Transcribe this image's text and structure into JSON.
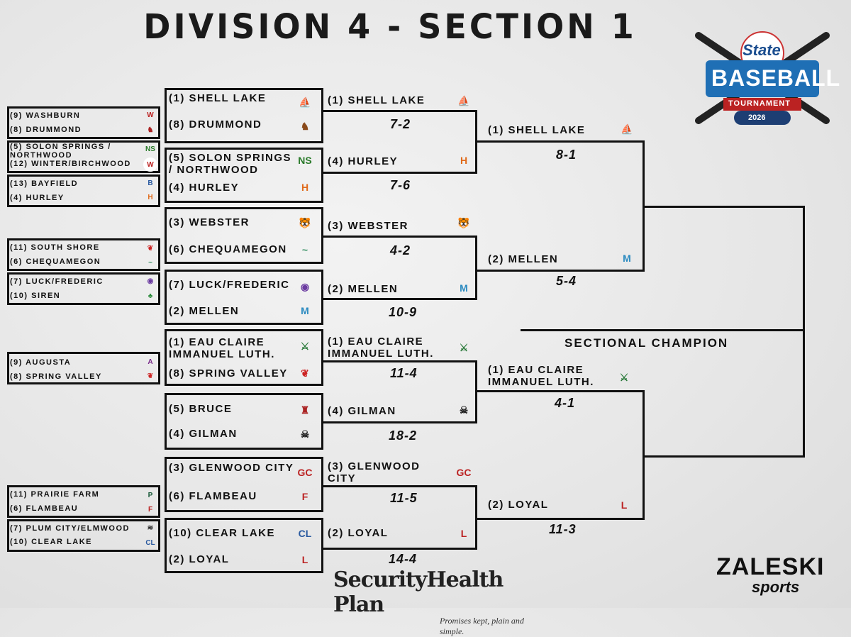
{
  "title": "DIVISION 4 - SECTION 1",
  "brand_logo": {
    "line1": "State",
    "line2": "BASEBALL",
    "line3": "TOURNAMENT",
    "line4": "2026"
  },
  "round1": [
    {
      "top": "(9) WASHBURN",
      "bottom": "(8) DRUMMOND"
    },
    {
      "top": "(5) SOLON SPRINGS / NORTHWOOD",
      "bottom": "(12) WINTER/BIRCHWOOD"
    },
    {
      "top": "(13) BAYFIELD",
      "bottom": "(4) HURLEY"
    },
    {
      "top": "(11) SOUTH SHORE",
      "bottom": "(6) CHEQUAMEGON"
    },
    {
      "top": "(7) LUCK/FREDERIC",
      "bottom": "(10) SIREN"
    },
    {
      "top": "(9) AUGUSTA",
      "bottom": "(8) SPRING VALLEY"
    },
    {
      "top": "(11) PRAIRIE FARM",
      "bottom": "(6) FLAMBEAU"
    },
    {
      "top": "(7) PLUM CITY/ELMWOOD",
      "bottom": "(10) CLEAR LAKE"
    }
  ],
  "round2": [
    {
      "top": "(1) SHELL LAKE",
      "bottom": "(8) DRUMMOND"
    },
    {
      "top": "(5) SOLON SPRINGS / NORTHWOOD",
      "bottom": "(4) HURLEY"
    },
    {
      "top": "(3) WEBSTER",
      "bottom": "(6) CHEQUAMEGON"
    },
    {
      "top": "(7) LUCK/FREDERIC",
      "bottom": "(2) MELLEN"
    },
    {
      "top": "(1) EAU CLAIRE IMMANUEL LUTH.",
      "bottom": "(8) SPRING VALLEY"
    },
    {
      "top": "(5) BRUCE",
      "bottom": "(4) GILMAN"
    },
    {
      "top": "(3) GLENWOOD CITY",
      "bottom": "(6) FLAMBEAU"
    },
    {
      "top": "(10) CLEAR LAKE",
      "bottom": "(2) LOYAL"
    }
  ],
  "round3": [
    {
      "team": "(1) SHELL LAKE",
      "score": "7-2"
    },
    {
      "team": "(4) HURLEY",
      "score": "7-6"
    },
    {
      "team": "(3) WEBSTER",
      "score": "4-2"
    },
    {
      "team": "(2) MELLEN",
      "score": "10-9"
    },
    {
      "team": "(1) EAU CLAIRE IMMANUEL LUTH.",
      "score": "11-4"
    },
    {
      "team": "(4) GILMAN",
      "score": "18-2"
    },
    {
      "team": "(3) GLENWOOD CITY",
      "score": "11-5"
    },
    {
      "team": "(2) LOYAL",
      "score": "14-4"
    }
  ],
  "round4": [
    {
      "team": "(1) SHELL LAKE",
      "score": "8-1"
    },
    {
      "team": "(2) MELLEN",
      "score": "5-4"
    },
    {
      "team": "(1) EAU CLAIRE IMMANUEL LUTH.",
      "score": "4-1"
    },
    {
      "team": "(2) LOYAL",
      "score": "11-3"
    }
  ],
  "champion_label": "SECTIONAL CHAMPION",
  "sponsor": {
    "name": "SecurityHealth Plan",
    "tagline": "Promises kept, plain and simple."
  },
  "footer_brand": {
    "line1": "ZALESKI",
    "line2": "sports"
  }
}
